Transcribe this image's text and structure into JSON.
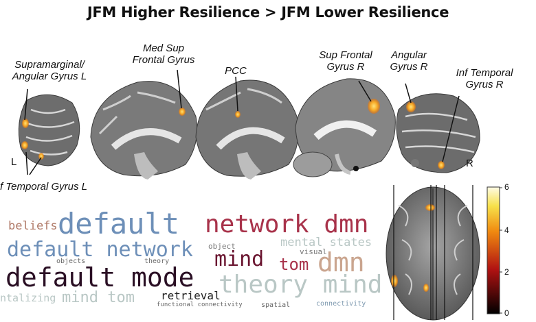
{
  "title": "JFM Higher Resilience > JFM Lower Resilience",
  "labels": {
    "supramarginal_1": "Supramarginal/",
    "supramarginal_2": "Angular Gyrus L",
    "med_sup_1": "Med Sup",
    "med_sup_2": "Frontal Gyrus",
    "pcc": "PCC",
    "sup_frontal_1": "Sup Frontal",
    "sup_frontal_2": "Gyrus R",
    "angular_1": "Angular",
    "angular_2": "Gyrus R",
    "inf_temporal_r_1": "Inf Temporal",
    "inf_temporal_r_2": "Gyrus R",
    "inf_temporal_l": "f Temporal Gyrus L",
    "side_l": "L",
    "side_r": "R"
  },
  "wordcloud": {
    "default": "default",
    "network_dmn": "network dmn",
    "beliefs": "beliefs",
    "default_network": "default network",
    "mental_states": "mental states",
    "object": "object",
    "visual": "visual",
    "mind": "mind",
    "tom": "tom",
    "dmn": "dmn",
    "objects": "objects",
    "theory": "theory",
    "default_mode": "default mode",
    "theory_mind": "theory mind",
    "ntalizing": "ntalizing",
    "mind_tom": "mind tom",
    "retrieval": "retrieval",
    "functional_connectivity": "functional connectivity",
    "spatial": "spatial",
    "connectivity": "connectivity"
  },
  "colorbar": {
    "ticks": [
      "6",
      "4",
      "2",
      "0"
    ]
  },
  "colors": {
    "title": "#111111",
    "activation": "#f5a623",
    "brain": "#8c8c8c"
  }
}
